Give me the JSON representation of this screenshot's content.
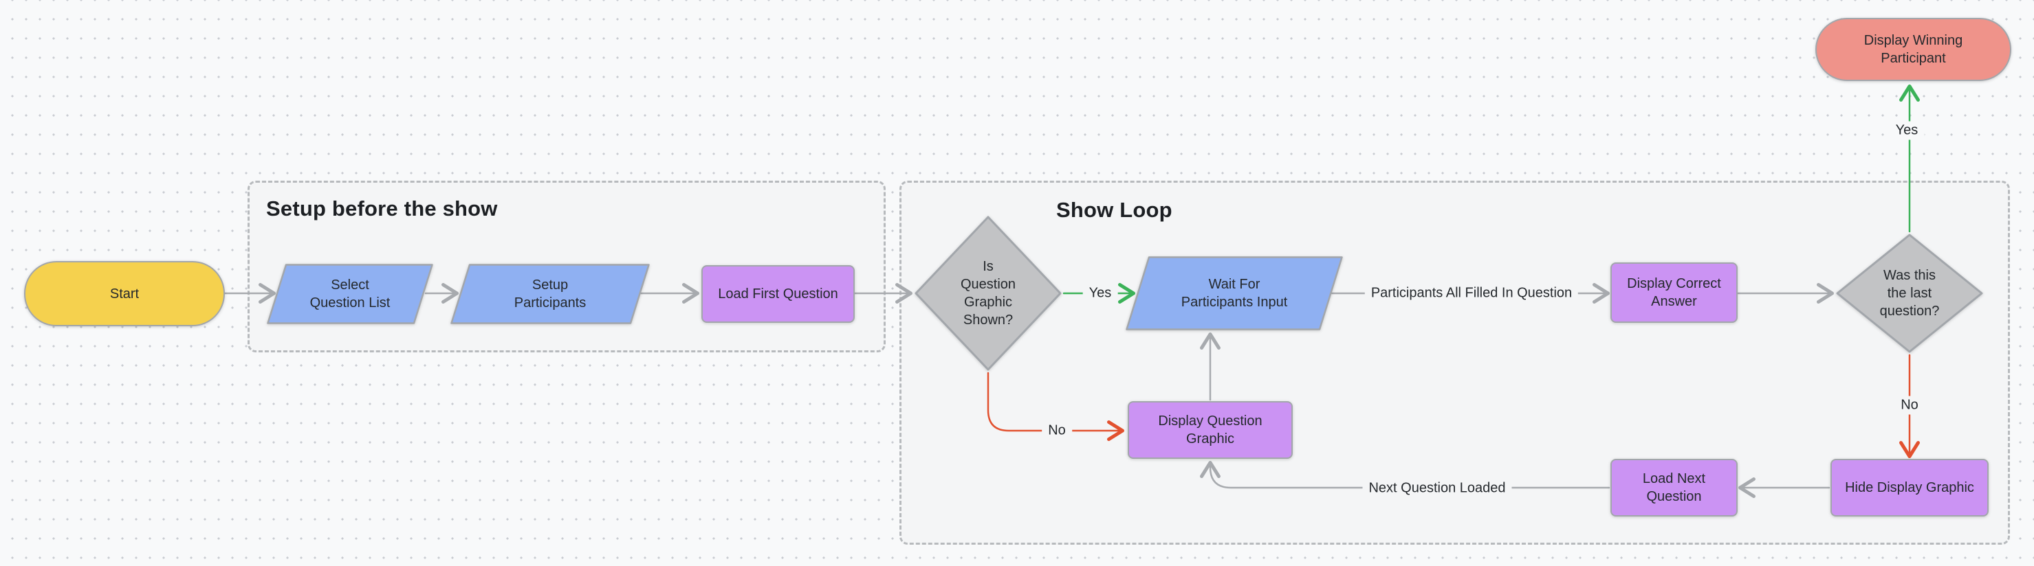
{
  "app": {
    "description": "Flowchart on a dotted whiteboard canvas describing a quiz show control flow"
  },
  "groups": [
    {
      "title": "Setup before the show"
    },
    {
      "title": "Show Loop"
    }
  ],
  "nodes": [
    {
      "id": "start",
      "shape": "terminator",
      "label": "Start",
      "fill": "#f5d14e"
    },
    {
      "id": "select-question-list",
      "shape": "parallelogram",
      "label": "Select\nQuestion List",
      "fill": "#8fb0f2"
    },
    {
      "id": "setup-participants",
      "shape": "parallelogram",
      "label": "Setup\nParticipants",
      "fill": "#8fb0f2"
    },
    {
      "id": "load-first-question",
      "shape": "process",
      "label": "Load First Question",
      "fill": "#cb93f3"
    },
    {
      "id": "is-question-graphic-shown",
      "shape": "decision",
      "label": "Is\nQuestion\nGraphic\nShown?",
      "fill": "#c2c3c5"
    },
    {
      "id": "wait-for-participants-input",
      "shape": "parallelogram",
      "label": "Wait For\nParticipants Input",
      "fill": "#8fb0f2"
    },
    {
      "id": "display-correct-answer",
      "shape": "process",
      "label": "Display Correct\nAnswer",
      "fill": "#cb93f3"
    },
    {
      "id": "was-this-the-last-question",
      "shape": "decision",
      "label": "Was this\nthe last\nquestion?",
      "fill": "#c2c3c5"
    },
    {
      "id": "display-question-graphic",
      "shape": "process",
      "label": "Display Question\nGraphic",
      "fill": "#cb93f3"
    },
    {
      "id": "load-next-question",
      "shape": "process",
      "label": "Load Next Question",
      "fill": "#cb93f3"
    },
    {
      "id": "hide-display-graphic",
      "shape": "process",
      "label": "Hide Display Graphic",
      "fill": "#cb93f3"
    },
    {
      "id": "display-winning-participant",
      "shape": "terminator",
      "label": "Display Winning\nParticipant",
      "fill": "#ef938a"
    }
  ],
  "edge_labels": {
    "yes_graphic_shown": "Yes",
    "participants_all_filled": "Participants All Filled In Question",
    "yes_last_question": "Yes",
    "no_graphic_shown": "No",
    "no_last_question": "No",
    "next_question_loaded": "Next Question Loaded"
  },
  "colors": {
    "background": "#f8f9fa",
    "dot_grid": "#c9ccd1",
    "group_fill": "#f4f5f6",
    "group_border": "#b7babd",
    "shape_stroke": "#a2a6ab",
    "arrow_gray": "#a7aaae",
    "arrow_green": "#3bb258",
    "arrow_red": "#e2512f",
    "terminator_yellow": "#f5d14e",
    "terminator_salmon": "#ef938a",
    "io_blue": "#8fb0f2",
    "process_purple": "#cb93f3",
    "decision_gray": "#c2c3c5",
    "text": "#24282c"
  }
}
